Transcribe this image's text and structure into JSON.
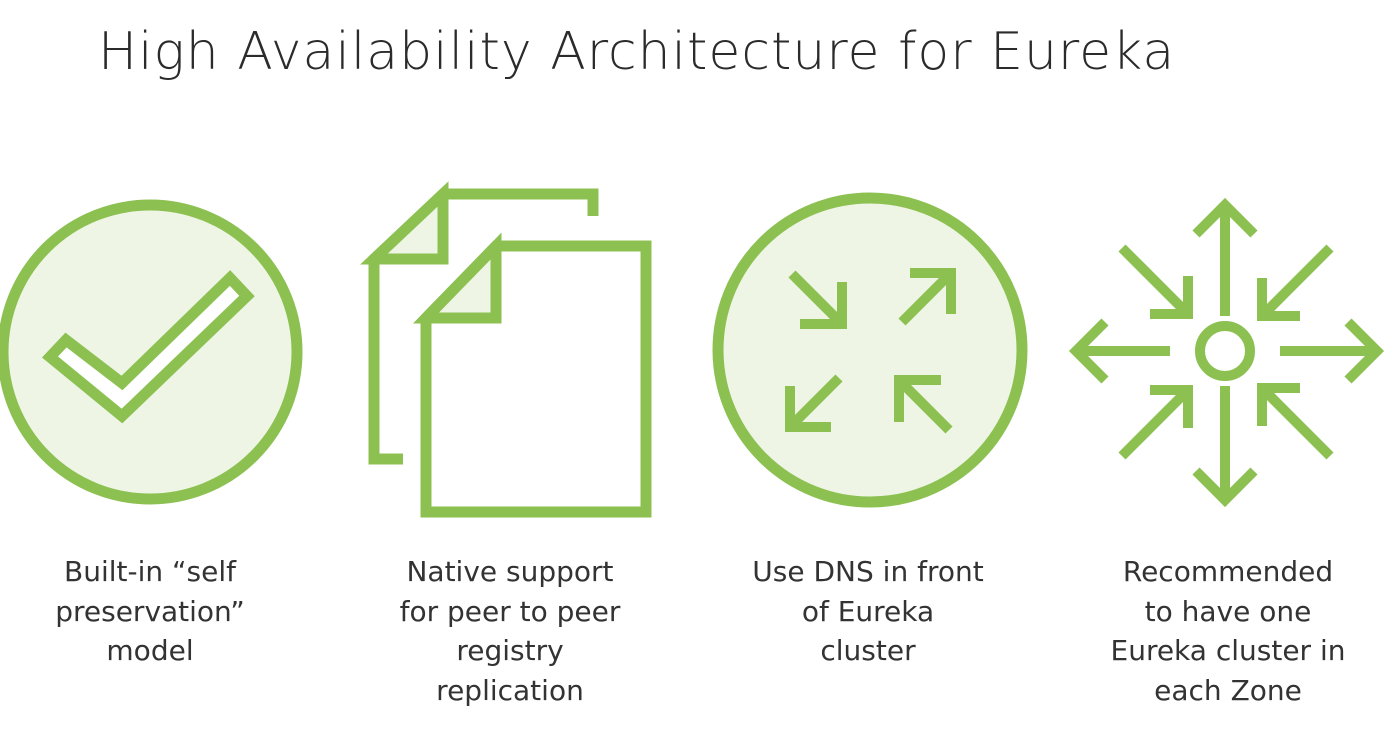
{
  "title": "High Availability Architecture for Eureka",
  "colors": {
    "accent": "#8cc152",
    "accent_fill": "#eef5e4",
    "text": "#333333"
  },
  "features": [
    {
      "icon": "checkmark-circle-icon",
      "caption": "Built-in “self\npreservation”\nmodel"
    },
    {
      "icon": "copy-documents-icon",
      "caption": "Native support\nfor peer to peer\nregistry\nreplication"
    },
    {
      "icon": "arrows-inward-circle-icon",
      "caption": "Use DNS in front\nof Eureka\ncluster"
    },
    {
      "icon": "hub-arrows-icon",
      "caption": "Recommended\nto have one\nEureka cluster in\neach Zone"
    }
  ]
}
